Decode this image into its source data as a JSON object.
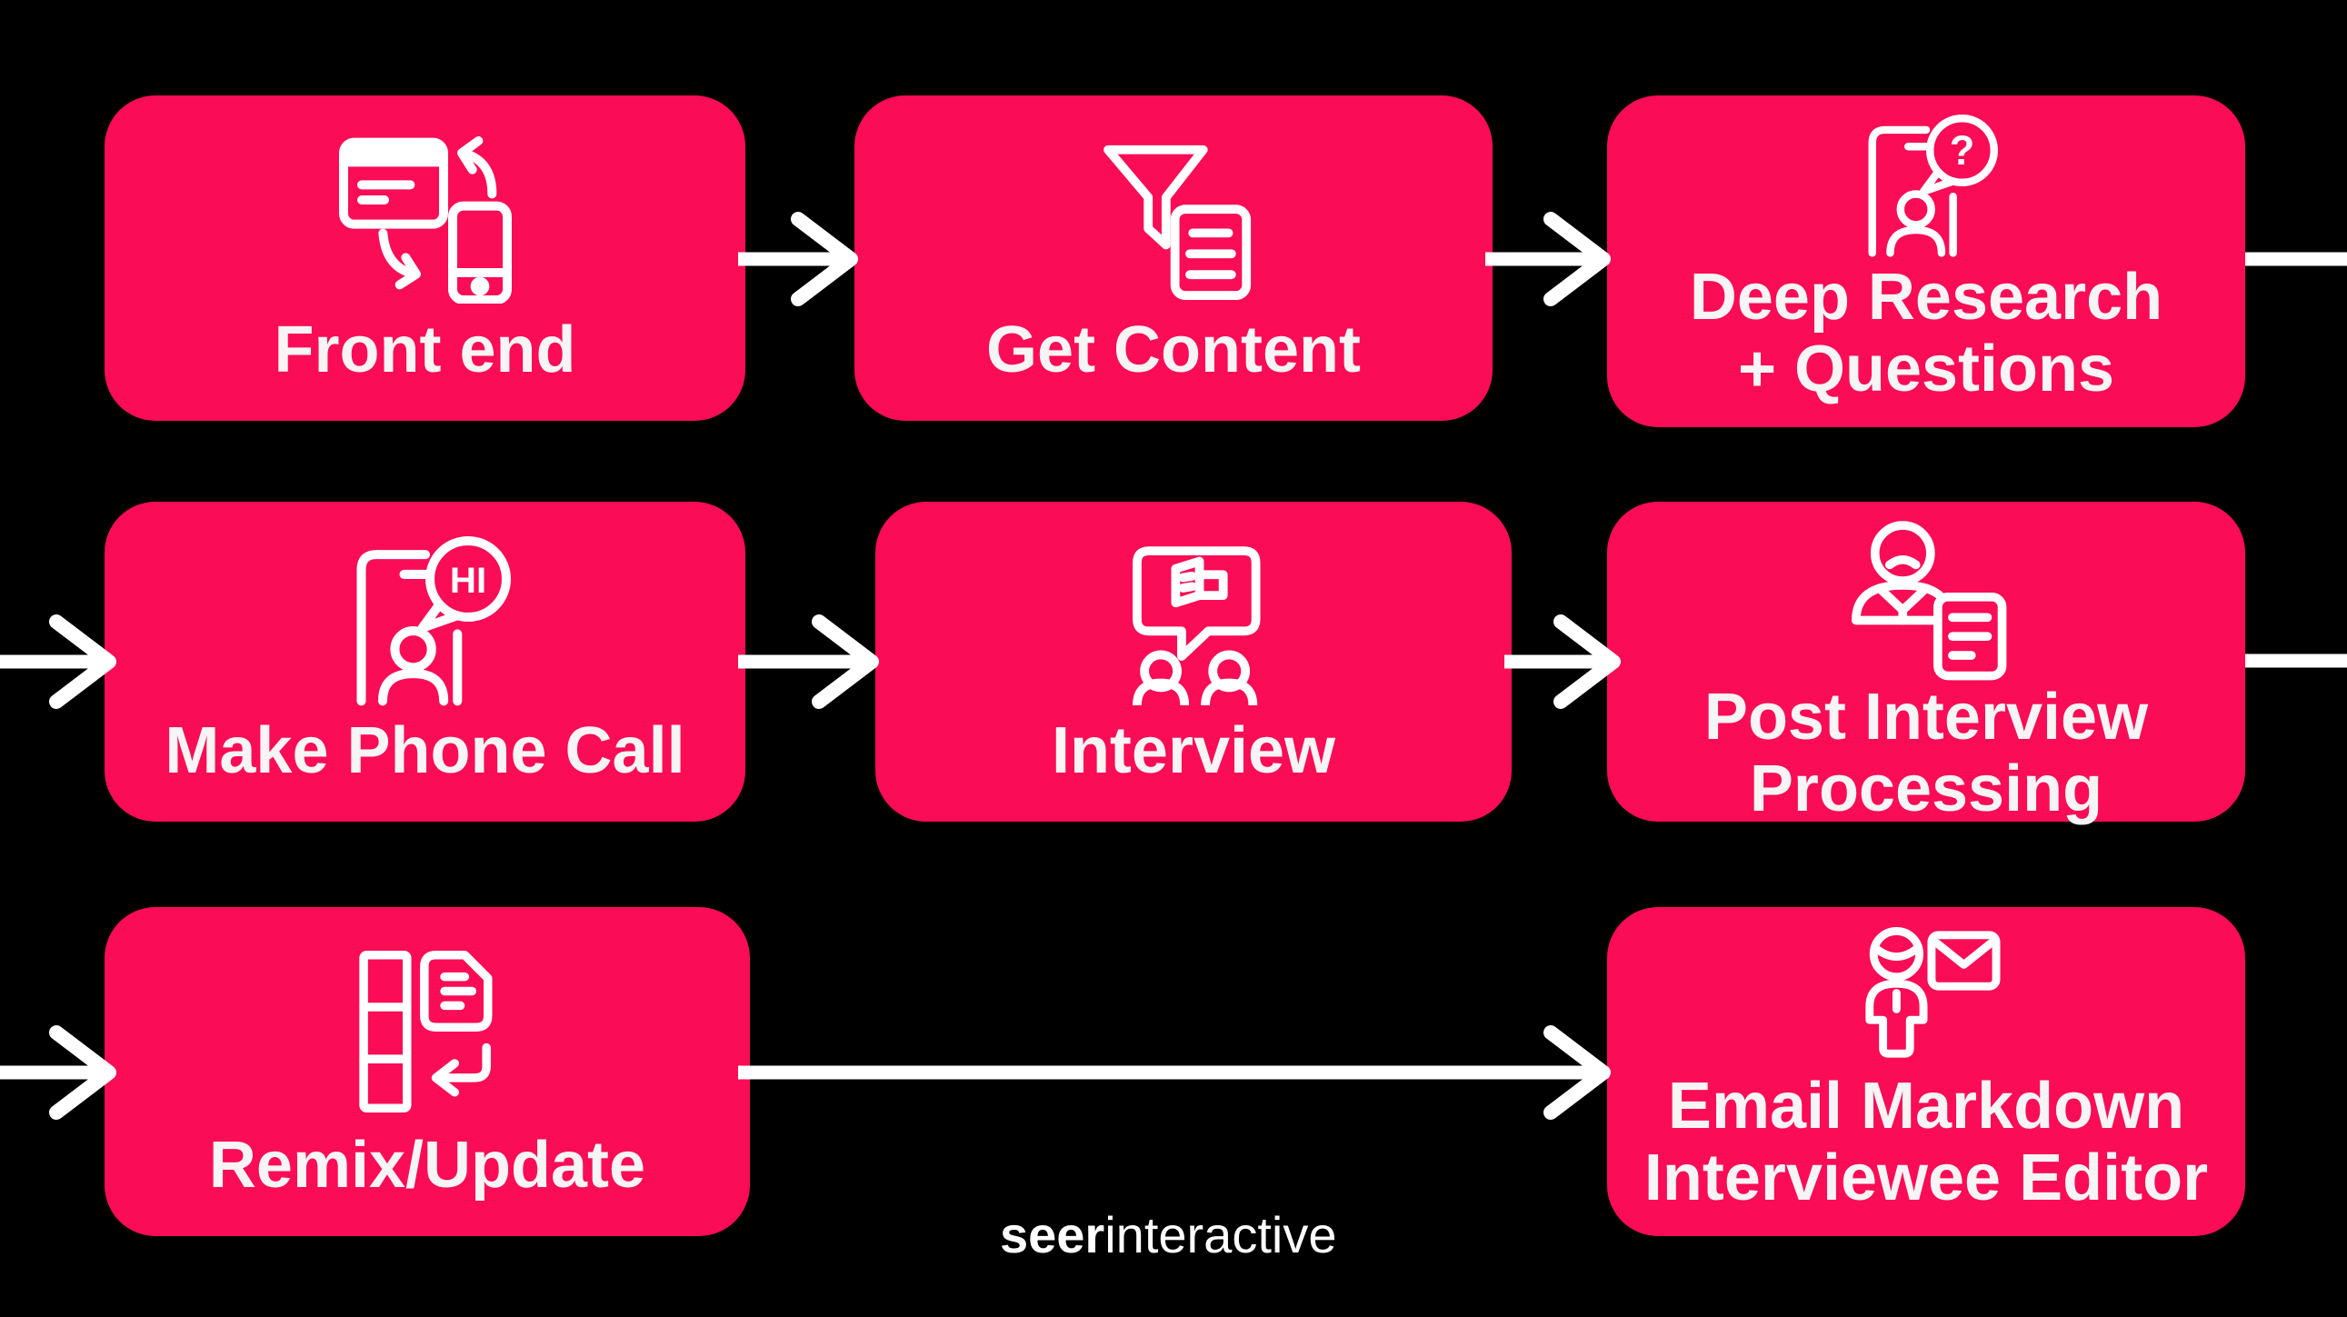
{
  "diagram": {
    "title_hint": "workflow flowchart",
    "colors": {
      "background": "#000000",
      "node_fill": "#FA0C56",
      "node_text": "#F7F4F5",
      "arrow": "#FFFFFF",
      "icon_stroke": "#FFFFFF"
    },
    "nodes": [
      {
        "id": "front-end",
        "icon": "sync-devices-icon",
        "lines": [
          "Front end"
        ]
      },
      {
        "id": "get-content",
        "icon": "filter-document-icon",
        "lines": [
          "Get Content"
        ]
      },
      {
        "id": "deep-research",
        "icon": "phone-question-bubble-icon",
        "lines": [
          "Deep Research",
          "+ Questions"
        ]
      },
      {
        "id": "make-phone-call",
        "icon": "phone-hi-bubble-icon",
        "lines": [
          "Make Phone Call"
        ]
      },
      {
        "id": "interview",
        "icon": "interview-chat-people-icon",
        "lines": [
          "Interview"
        ]
      },
      {
        "id": "post-interview",
        "icon": "person-document-icon",
        "lines": [
          "Post Interview",
          "Processing"
        ]
      },
      {
        "id": "remix-update",
        "icon": "table-document-return-icon",
        "lines": [
          "Remix/Update"
        ]
      },
      {
        "id": "email-markdown",
        "icon": "person-envelope-icon",
        "lines": [
          "Email Markdown",
          "Interviewee Editor"
        ]
      }
    ],
    "icon_text": {
      "question_bubble": "?",
      "hi_bubble": "HI"
    },
    "arrows": [
      {
        "from": "front-end",
        "to": "get-content"
      },
      {
        "from": "get-content",
        "to": "deep-research"
      },
      {
        "from": "deep-research",
        "to": "offscreen-right"
      },
      {
        "from": "offscreen-left",
        "to": "make-phone-call"
      },
      {
        "from": "make-phone-call",
        "to": "interview"
      },
      {
        "from": "interview",
        "to": "post-interview"
      },
      {
        "from": "post-interview",
        "to": "offscreen-right"
      },
      {
        "from": "offscreen-left",
        "to": "remix-update"
      },
      {
        "from": "remix-update",
        "to": "email-markdown"
      }
    ],
    "logo": {
      "bold": "seer",
      "regular": "interactive"
    }
  }
}
